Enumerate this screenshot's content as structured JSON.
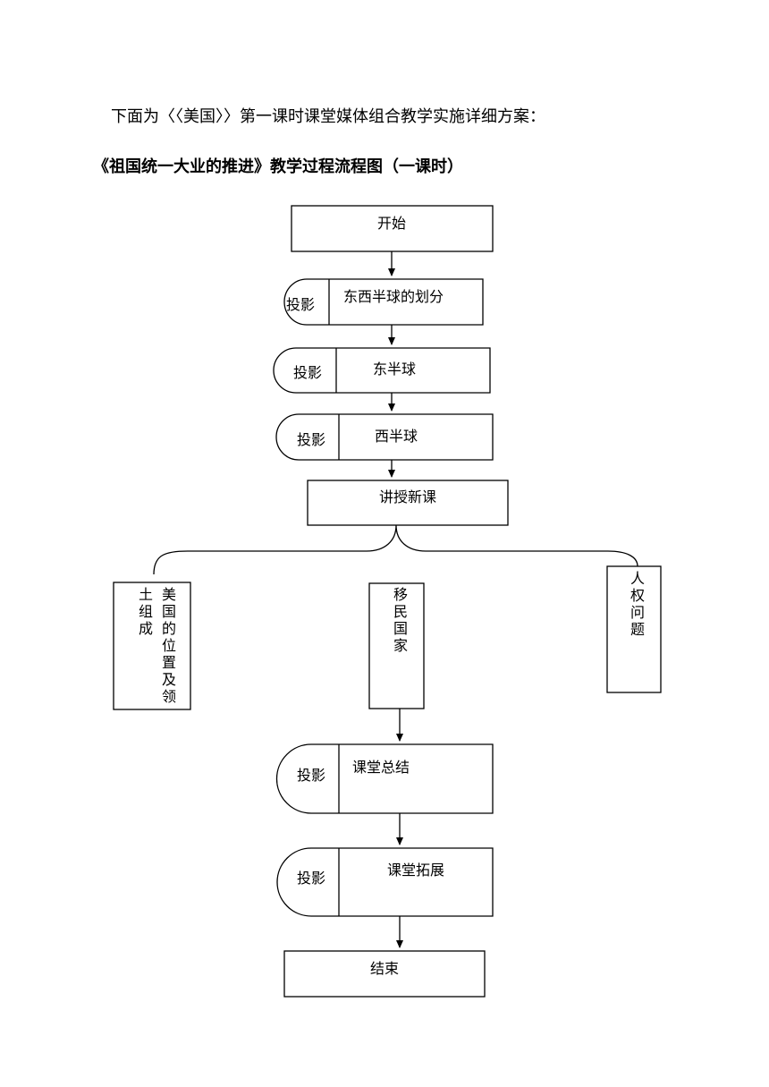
{
  "intro_text": "下面为〈〈美国〉〉第一课时课堂媒体组合教学实施详细方案：",
  "diagram_title": "《祖国统一大业的推进》教学过程流程图（一课时）",
  "nodes": {
    "start": "开始",
    "step1": {
      "media": "投影",
      "label": "东西半球的划分"
    },
    "step2": {
      "media": "投影",
      "label": "东半球"
    },
    "step3": {
      "media": "投影",
      "label": "西半球"
    },
    "lecture": "讲授新课",
    "branch_left_col1": "美国的位置及领",
    "branch_left_col2": "土组成",
    "branch_middle": "移民国家",
    "branch_right": "人权问题",
    "summary": {
      "media": "投影",
      "label": "课堂总结"
    },
    "extension": {
      "media": "投影",
      "label": "课堂拓展"
    },
    "end": "结束"
  }
}
